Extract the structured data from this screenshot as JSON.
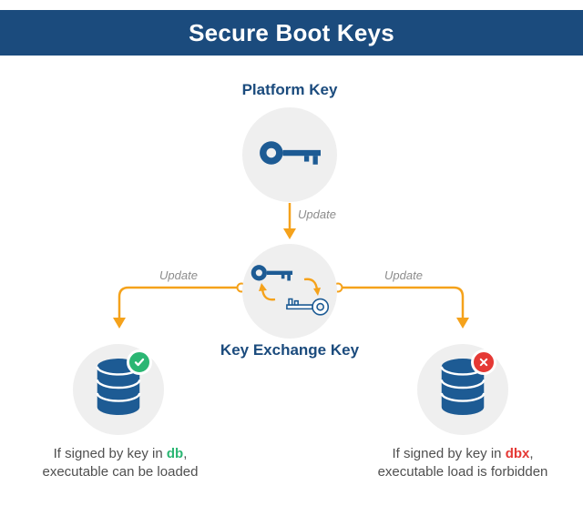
{
  "header": {
    "title": "Secure Boot Keys"
  },
  "nodes": {
    "platform_key": {
      "label": "Platform Key",
      "icon": "key-icon"
    },
    "key_exchange_key": {
      "label": "Key Exchange Key",
      "icon": "key-exchange-icon"
    },
    "db_allowed": {
      "icon": "database-icon",
      "badge": "check-icon"
    },
    "db_forbidden": {
      "icon": "database-icon",
      "badge": "cross-icon"
    }
  },
  "edges": {
    "top": {
      "label": "Update"
    },
    "left": {
      "label": "Update"
    },
    "right": {
      "label": "Update"
    }
  },
  "outcomes": {
    "allowed": {
      "prefix": "If signed by key in ",
      "keyword": "db",
      "suffix": ",",
      "line2": "executable can be loaded"
    },
    "forbidden": {
      "prefix": "If signed by key in ",
      "keyword": "dbx",
      "suffix": ",",
      "line2": "executable load is forbidden"
    }
  },
  "colors": {
    "navy": "#1B4B7D",
    "iconblue": "#1D5B94",
    "orange": "#F5A21B",
    "green": "#2BB673",
    "red": "#E53935",
    "circlebg": "#EFEFEF",
    "captiongray": "#4F4F4F",
    "updategray": "#8C8C8C"
  }
}
